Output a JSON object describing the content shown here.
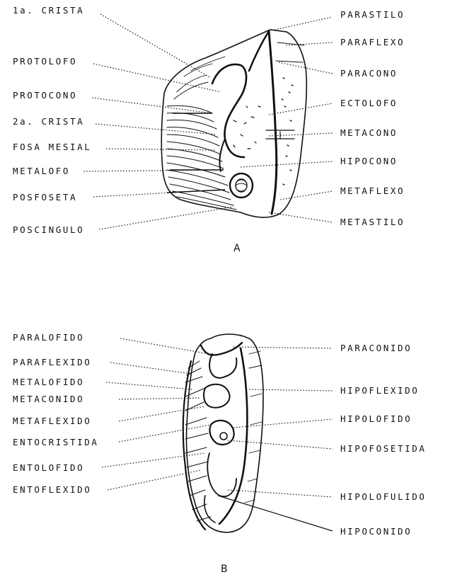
{
  "figure_a": {
    "caption": "A",
    "left_labels": [
      "1a. CRISTA",
      "PROTOLOFO",
      "PROTOCONO",
      "2a. CRISTA",
      "FOSA MESIAL",
      "METALOFO",
      "POSFOSETA",
      "POSCINGULO"
    ],
    "right_labels": [
      "PARASTILO",
      "PARAFLEXO",
      "PARACONO",
      "ECTOLOFO",
      "METACONO",
      "HIPOCONO",
      "METAFLEXO",
      "METASTILO"
    ]
  },
  "figure_b": {
    "caption": "B",
    "left_labels": [
      "PARALOFIDO",
      "PARAFLEXIDO",
      "METALOFIDO",
      "METACONIDO",
      "METAFLEXIDO",
      "ENTOCRISTIDA",
      "ENTOLOFIDO",
      "ENTOFLEXIDO"
    ],
    "right_labels": [
      "PARACONIDO",
      "HIPOFLEXIDO",
      "HIPOLOFIDO",
      "HIPOFOSETIDA",
      "HIPOLOFULIDO",
      "HIPOCONIDO"
    ]
  }
}
